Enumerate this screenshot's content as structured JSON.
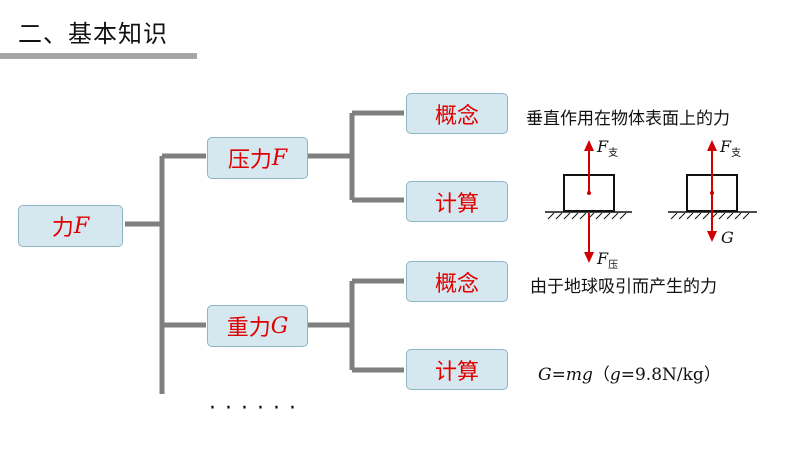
{
  "header": {
    "title": "二、基本知识"
  },
  "root": {
    "label": "力",
    "var": "F"
  },
  "pressure": {
    "label": "压力",
    "var": "F",
    "concept": "概念",
    "calc": "计算",
    "definition": "垂直作用在物体表面上的力"
  },
  "gravity": {
    "label": "重力",
    "var": "G",
    "concept": "概念",
    "calc": "计算",
    "definition": "由于地球吸引而产生的力"
  },
  "formula": {
    "G": "G",
    "eq": "=",
    "mg": "mg",
    "open": "（",
    "g": "g",
    "val": "=9.8N/kg",
    "close": "）"
  },
  "figure1": {
    "top_force": "F",
    "top_sub": "支",
    "bottom_force": "F",
    "bottom_sub": "压"
  },
  "figure2": {
    "top_force": "F",
    "top_sub": "支",
    "bottom_force": "G"
  },
  "ellipsis": "······",
  "colors": {
    "box_fill": "#d6e8ef",
    "box_text": "#e00000",
    "connector": "#7f7f7f",
    "arrow": "#d00000"
  }
}
